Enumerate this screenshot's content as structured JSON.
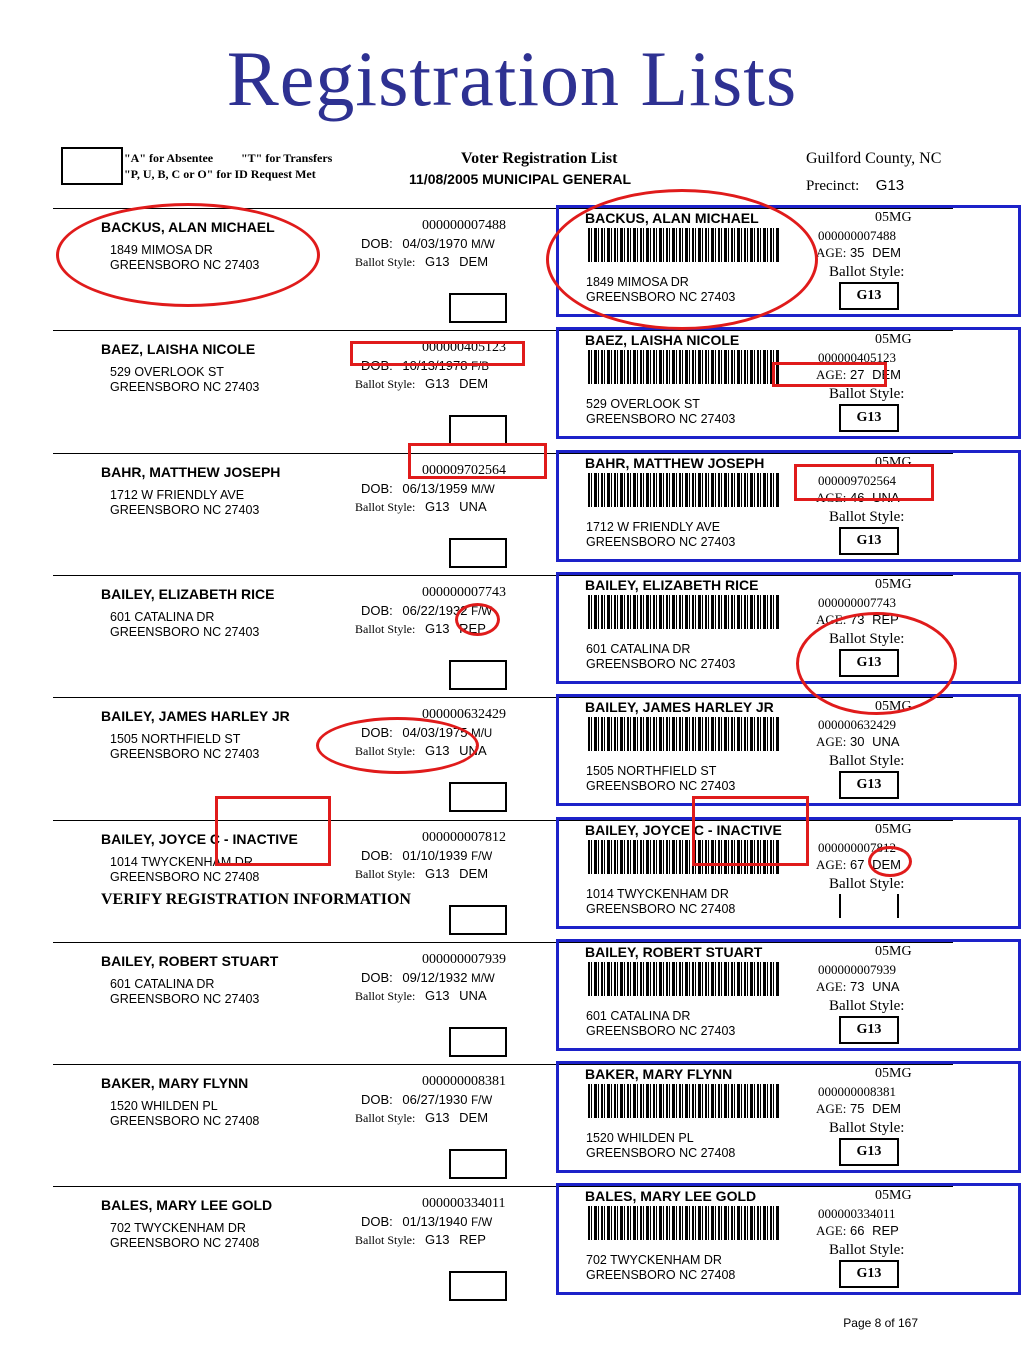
{
  "slide": {
    "title": "Registration Lists"
  },
  "header": {
    "legend_line1_a": "\"A\" for Absentee",
    "legend_line1_t": "\"T\" for Transfers",
    "legend_line2": "\"P, U, B, C or O\" for ID  Request Met",
    "list_title": "Voter Registration List",
    "election": "11/08/2005 MUNICIPAL GENERAL",
    "county": "Guilford County, NC",
    "precinct_label": "Precinct:",
    "precinct_value": "G13"
  },
  "labels": {
    "dob": "DOB:",
    "ballot_style": "Ballot Style:",
    "ballot_style_stub": "Ballot Style:",
    "age": "AGE:",
    "verify": "VERIFY REGISTRATION INFORMATION"
  },
  "records": [
    {
      "name": "BACKUS, ALAN MICHAEL",
      "street": "1849  MIMOSA DR",
      "city": "GREENSBORO NC  27403",
      "number": "000000007488",
      "dob": "04/03/1970",
      "sex_race": "M/W",
      "precinct": "G13",
      "party": "DEM",
      "age": "35",
      "code": "05MG",
      "stub_style": "G13"
    },
    {
      "name": "BAEZ, LAISHA NICOLE",
      "street": "529  OVERLOOK ST",
      "city": "GREENSBORO NC  27403",
      "number": "000000405123",
      "dob": "10/13/1978",
      "sex_race": "F/B",
      "precinct": "G13",
      "party": "DEM",
      "age": "27",
      "code": "05MG",
      "stub_style": "G13"
    },
    {
      "name": "BAHR, MATTHEW JOSEPH",
      "street": "1712  W FRIENDLY AVE",
      "city": "GREENSBORO NC  27403",
      "number": "000009702564",
      "dob": "06/13/1959",
      "sex_race": "M/W",
      "precinct": "G13",
      "party": "UNA",
      "age": "46",
      "code": "05MG",
      "stub_style": "G13"
    },
    {
      "name": "BAILEY, ELIZABETH RICE",
      "street": "601  CATALINA DR",
      "city": "GREENSBORO NC  27403",
      "number": "000000007743",
      "dob": "06/22/1932",
      "sex_race": "F/W",
      "precinct": "G13",
      "party": "REP",
      "age": "73",
      "code": "05MG",
      "stub_style": "G13"
    },
    {
      "name": "BAILEY, JAMES HARLEY JR",
      "street": "1505  NORTHFIELD ST",
      "city": "GREENSBORO NC  27403",
      "number": "000000632429",
      "dob": "04/03/1975",
      "sex_race": "M/U",
      "precinct": "G13",
      "party": "UNA",
      "age": "30",
      "code": "05MG",
      "stub_style": "G13"
    },
    {
      "name": "BAILEY, JOYCE C - INACTIVE",
      "street": "1014  TWYCKENHAM DR",
      "city": "GREENSBORO NC  27408",
      "number": "000000007812",
      "dob": "01/10/1939",
      "sex_race": "F/W",
      "precinct": "G13",
      "party": "DEM",
      "age": "67",
      "code": "05MG",
      "stub_style": ""
    },
    {
      "name": "BAILEY, ROBERT STUART",
      "street": "601  CATALINA DR",
      "city": "GREENSBORO NC  27403",
      "number": "000000007939",
      "dob": "09/12/1932",
      "sex_race": "M/W",
      "precinct": "G13",
      "party": "UNA",
      "age": "73",
      "code": "05MG",
      "stub_style": "G13"
    },
    {
      "name": "BAKER, MARY FLYNN",
      "street": "1520  WHILDEN PL",
      "city": "GREENSBORO NC  27408",
      "number": "000000008381",
      "dob": "06/27/1930",
      "sex_race": "F/W",
      "precinct": "G13",
      "party": "DEM",
      "age": "75",
      "code": "05MG",
      "stub_style": "G13"
    },
    {
      "name": "BALES, MARY LEE GOLD",
      "street": "702  TWYCKENHAM DR",
      "city": "GREENSBORO NC  27408",
      "number": "000000334011",
      "dob": "01/13/1940",
      "sex_race": "F/W",
      "precinct": "G13",
      "party": "REP",
      "age": "66",
      "code": "05MG",
      "stub_style": "G13"
    }
  ],
  "footer": {
    "page": "Page 8 of 167"
  },
  "colors": {
    "title": "#2e3192",
    "stub_border": "#1d22c9",
    "annotation": "#e01b1b"
  }
}
